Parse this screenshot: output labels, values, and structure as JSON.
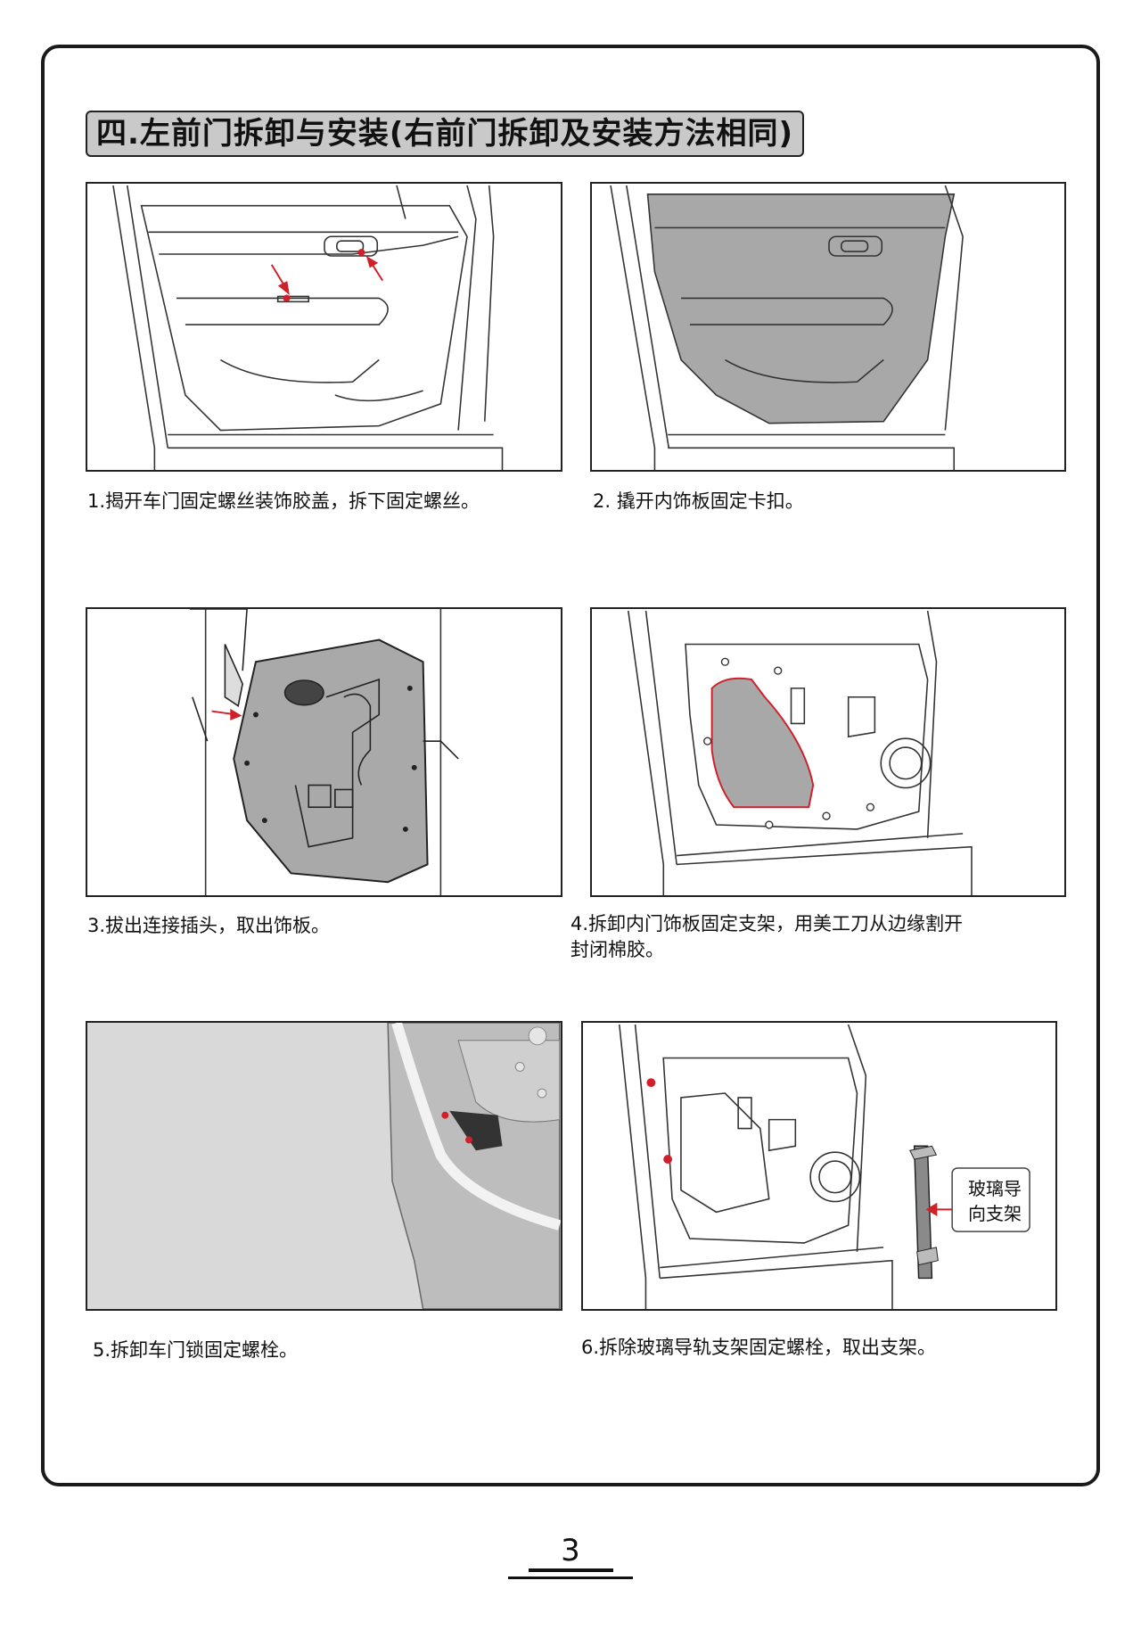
{
  "section": {
    "title": "四.左前门拆卸与安装(右前门拆卸及安装方法相同)"
  },
  "steps": [
    {
      "caption": "1.揭开车门固定螺丝装饰胶盖，拆下固定螺丝。"
    },
    {
      "caption": "2. 撬开内饰板固定卡扣。"
    },
    {
      "caption": "3.拔出连接插头，取出饰板。"
    },
    {
      "caption_line1": "4.拆卸内门饰板固定支架，用美工刀从边缘割开",
      "caption_line2": "封闭棉胶。"
    },
    {
      "caption": "5.拆卸车门锁固定螺栓。"
    },
    {
      "caption": "6.拆除玻璃导轨支架固定螺栓，取出支架。",
      "callout_line1": "玻璃导",
      "callout_line2": "向支架"
    }
  ],
  "page": {
    "number": "3"
  },
  "colors": {
    "arrow": "#d0202a",
    "panel_fill": "#a8a8a8",
    "title_bg": "#c9c9c9"
  }
}
